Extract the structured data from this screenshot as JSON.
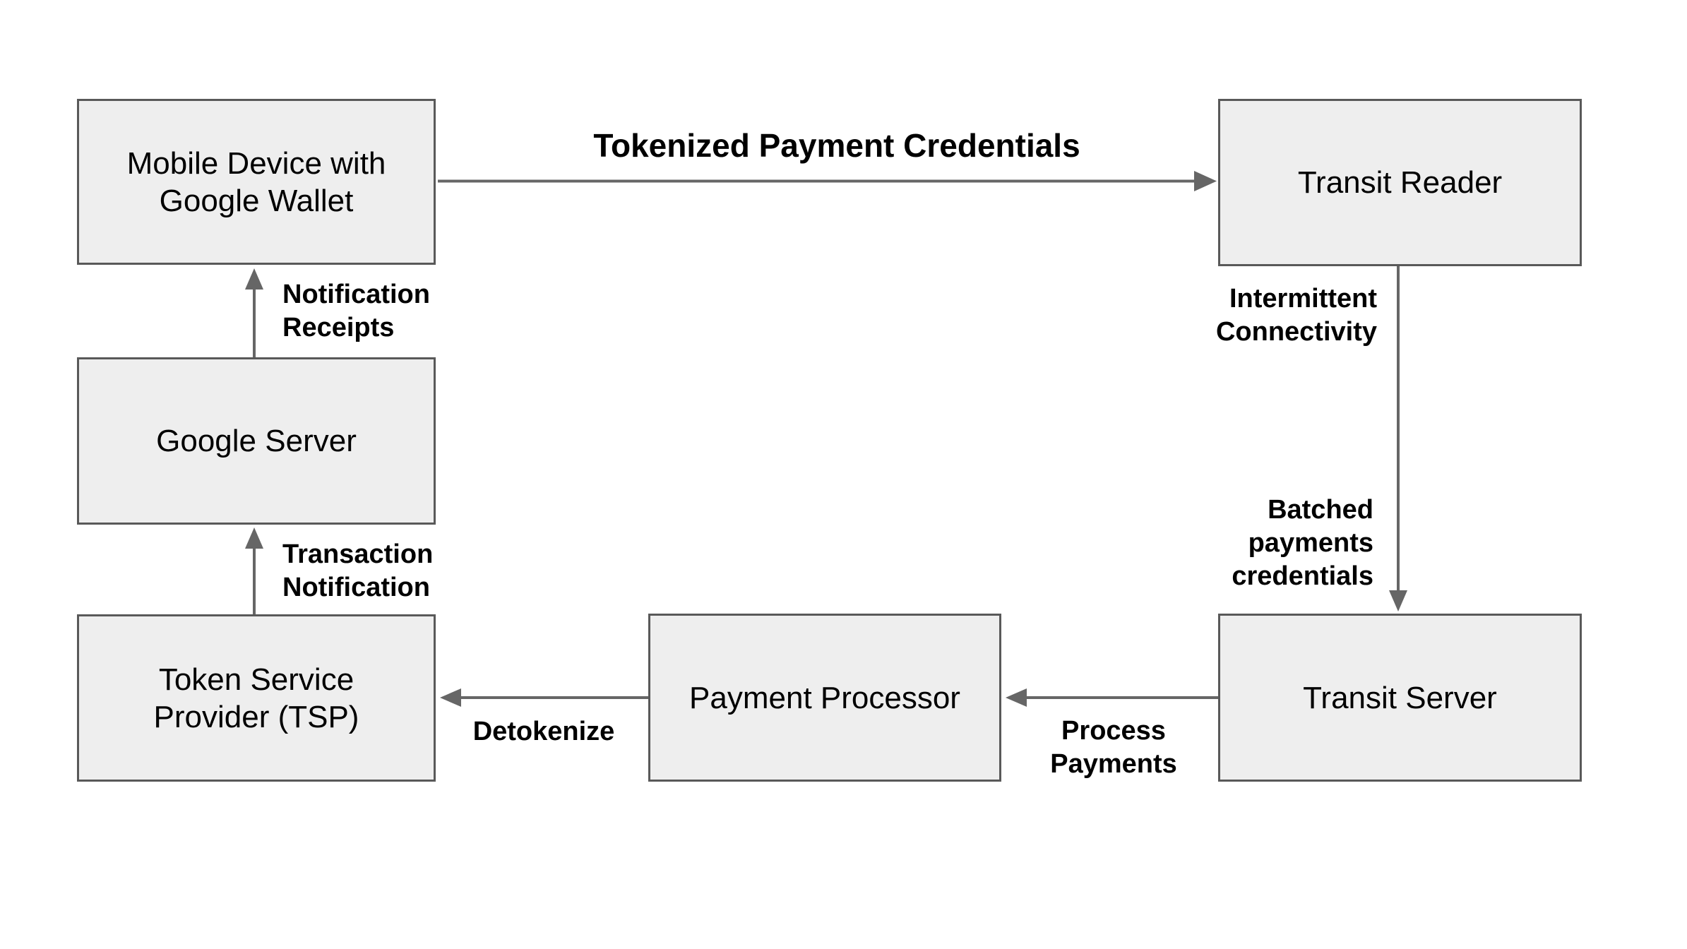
{
  "diagram": {
    "colors": {
      "background": "#ffffff",
      "node_fill": "#eeeeee",
      "node_border": "#595959",
      "arrow": "#666666",
      "text": "#000000"
    },
    "nodes": [
      {
        "id": "mobile-device",
        "label": "Mobile Device with\nGoogle Wallet"
      },
      {
        "id": "transit-reader",
        "label": "Transit Reader"
      },
      {
        "id": "google-server",
        "label": "Google Server"
      },
      {
        "id": "token-service-provider",
        "label": "Token Service\nProvider (TSP)"
      },
      {
        "id": "payment-processor",
        "label": "Payment Processor"
      },
      {
        "id": "transit-server",
        "label": "Transit Server"
      }
    ],
    "edges": [
      {
        "id": "tokenized-payment-credentials",
        "label": "Tokenized Payment Credentials",
        "from": "mobile-device",
        "to": "transit-reader"
      },
      {
        "id": "notification-receipts",
        "label": "Notification\nReceipts",
        "from": "google-server",
        "to": "mobile-device"
      },
      {
        "id": "transaction-notification",
        "label": "Transaction\nNotification",
        "from": "token-service-provider",
        "to": "google-server"
      },
      {
        "id": "intermittent-connectivity",
        "label": "Intermittent\nConnectivity",
        "from": "transit-reader",
        "to": "transit-server"
      },
      {
        "id": "batched-payments-credentials",
        "label": "Batched\npayments\ncredentials",
        "from": "transit-reader",
        "to": "transit-server"
      },
      {
        "id": "process-payments",
        "label": "Process\nPayments",
        "from": "transit-server",
        "to": "payment-processor"
      },
      {
        "id": "detokenize",
        "label": "Detokenize",
        "from": "payment-processor",
        "to": "token-service-provider"
      }
    ]
  }
}
